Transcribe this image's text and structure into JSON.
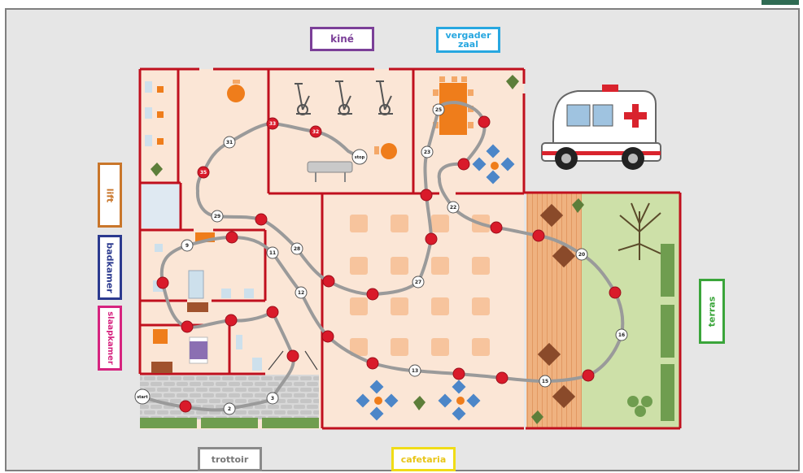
{
  "labels": {
    "kine": "kiné",
    "vergaderzaal_line1": "vergader",
    "vergaderzaal_line2": "zaal",
    "lift": "lift",
    "badkamer": "badkamer",
    "slaapkamer": "slaapkamer",
    "terras": "terras",
    "trottoir": "trottoir",
    "cafetaria": "cafetaria"
  },
  "path_markers": {
    "start": "start",
    "stop": "stop",
    "numbered": [
      "2",
      "3",
      "9",
      "11",
      "12",
      "13",
      "15",
      "16",
      "20",
      "22",
      "23",
      "25",
      "27",
      "28",
      "29",
      "31",
      "32",
      "33",
      "35"
    ]
  },
  "colors": {
    "wall": "#c0101e",
    "floor": "#fbe6d6",
    "path": "#9a9a9a",
    "orange": "#ef7d1b",
    "blue_tile": "#4c86c8",
    "grass": "#cde0a8",
    "deck": "#e9a06a",
    "label_kine": "#7b3f98",
    "label_vergaderzaal": "#27a7e0",
    "label_lift": "#c9762a",
    "label_badkamer": "#2b3a8f",
    "label_slaapkamer": "#d6237f",
    "label_terras": "#3aa53a",
    "label_trottoir": "#8a8a8a",
    "label_cafetaria": "#f0dc17"
  },
  "icons": [
    "ambulance-icon",
    "exercise-bike-icon",
    "massage-table-icon",
    "tree-icon",
    "plant-icon",
    "table-icon",
    "chair-icon"
  ]
}
